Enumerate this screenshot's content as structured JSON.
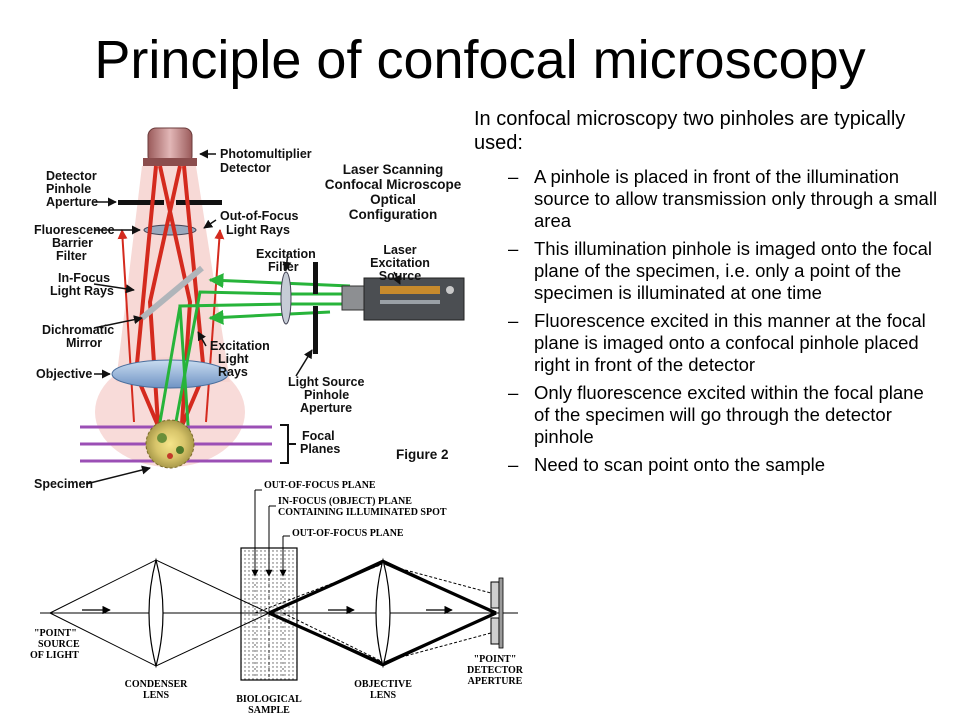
{
  "slide": {
    "title": "Principle of confocal microscopy",
    "intro": "In confocal microscopy two pinholes are typically used:",
    "bullets": [
      "A pinhole is placed in front of the illumination source to allow transmission only through a small area",
      "This illumination pinhole is imaged onto the focal plane of the specimen, i.e. only a point of the specimen is illuminated at one time",
      "Fluorescence excited in this manner at the focal plane is imaged onto a confocal pinhole placed right in front of the detector",
      "Only fluorescence excited within the focal plane of the specimen will go through the detector pinhole",
      "Need to scan point onto the sample"
    ],
    "bullet_marker": "–"
  },
  "figure_top": {
    "labels": {
      "photomultiplier_1": "Photomultiplier",
      "photomultiplier_2": "Detector",
      "detector_pinhole_1": "Detector",
      "detector_pinhole_2": "Pinhole",
      "detector_pinhole_3": "Aperture",
      "title_1": "Laser Scanning",
      "title_2": "Confocal Microscope",
      "title_3": "Optical",
      "title_4": "Configuration",
      "fluor_barrier_1": "Fluorescence",
      "fluor_barrier_2": "Barrier",
      "fluor_barrier_3": "Filter",
      "out_of_focus_1": "Out-of-Focus",
      "out_of_focus_2": "Light Rays",
      "excitation_filter_1": "Excitation",
      "excitation_filter_2": "Filter",
      "laser_1": "Laser",
      "laser_2": "Excitation",
      "laser_3": "Source",
      "in_focus_1": "In-Focus",
      "in_focus_2": "Light Rays",
      "dichromatic_1": "Dichromatic",
      "dichromatic_2": "Mirror",
      "excitation_rays_1": "Excitation",
      "excitation_rays_2": "Light",
      "excitation_rays_3": "Rays",
      "objective": "Objective",
      "light_source_pinhole_1": "Light Source",
      "light_source_pinhole_2": "Pinhole",
      "light_source_pinhole_3": "Aperture",
      "focal_planes_1": "Focal",
      "focal_planes_2": "Planes",
      "specimen": "Specimen",
      "figure": "Figure 2"
    },
    "colors": {
      "red_beam": "#d42a1e",
      "green_beam": "#27b43a",
      "focal_plane": "#9b4fb5",
      "glow": "#f3c4c0"
    }
  },
  "figure_bottom": {
    "labels": {
      "out_of_focus_plane_top": "OUT-OF-FOCUS PLANE",
      "in_focus_plane_1": "IN-FOCUS (OBJECT) PLANE",
      "in_focus_plane_2": "CONTAINING ILLUMINATED SPOT",
      "out_of_focus_plane_2": "OUT-OF-FOCUS PLANE",
      "point_source_1": "\"POINT\"",
      "point_source_2": "SOURCE",
      "point_source_3": "OF LIGHT",
      "condenser_1": "CONDENSER",
      "condenser_2": "LENS",
      "biological_1": "BIOLOGICAL",
      "biological_2": "SAMPLE",
      "objective_1": "OBJECTIVE",
      "objective_2": "LENS",
      "detector_aperture_1": "\"POINT\"",
      "detector_aperture_2": "DETECTOR",
      "detector_aperture_3": "APERTURE"
    }
  }
}
